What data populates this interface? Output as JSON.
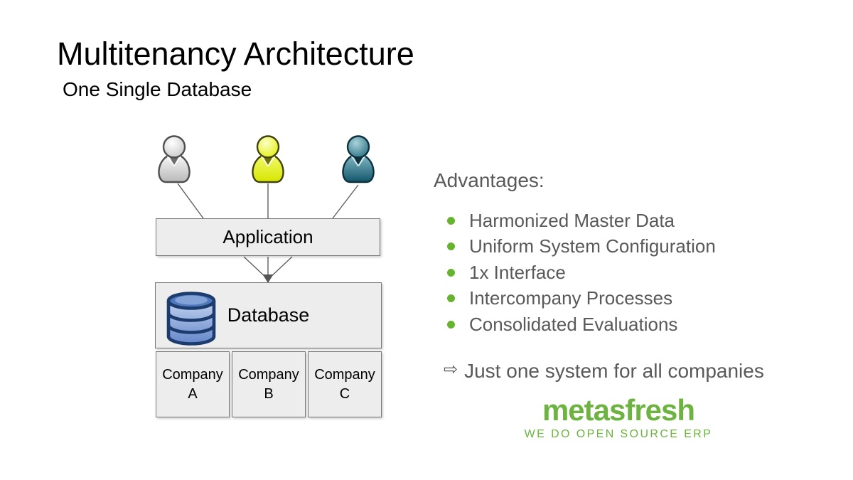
{
  "theme": {
    "text_gray": "#595959",
    "bullet_green": "#65b32e",
    "logo_green": "#6cb33f",
    "box_fill": "#ededed",
    "box_border": "#757575",
    "line_gray": "#5f5f5f"
  },
  "slide": {
    "title": "Multitenancy Architecture",
    "subtitle": "One Single Database"
  },
  "diagram": {
    "application_label": "Application",
    "database_label": "Database",
    "users": [
      {
        "icon": "user-icon-gray"
      },
      {
        "icon": "user-icon-yellow"
      },
      {
        "icon": "user-icon-teal"
      }
    ],
    "database_icon": "database-cylinder-icon",
    "companies": [
      {
        "line1": "Company",
        "line2": "A"
      },
      {
        "line1": "Company",
        "line2": "B"
      },
      {
        "line1": "Company",
        "line2": "C"
      }
    ]
  },
  "advantages": {
    "heading": "Advantages:",
    "items": [
      "Harmonized Master Data",
      "Uniform System Configuration",
      "1x Interface",
      "Intercompany Processes",
      "Consolidated Evaluations"
    ]
  },
  "conclusion": {
    "arrow_glyph": "⇨",
    "text": "Just one system for all companies"
  },
  "logo": {
    "name": "metasfresh",
    "tagline": "WE DO OPEN SOURCE ERP"
  }
}
